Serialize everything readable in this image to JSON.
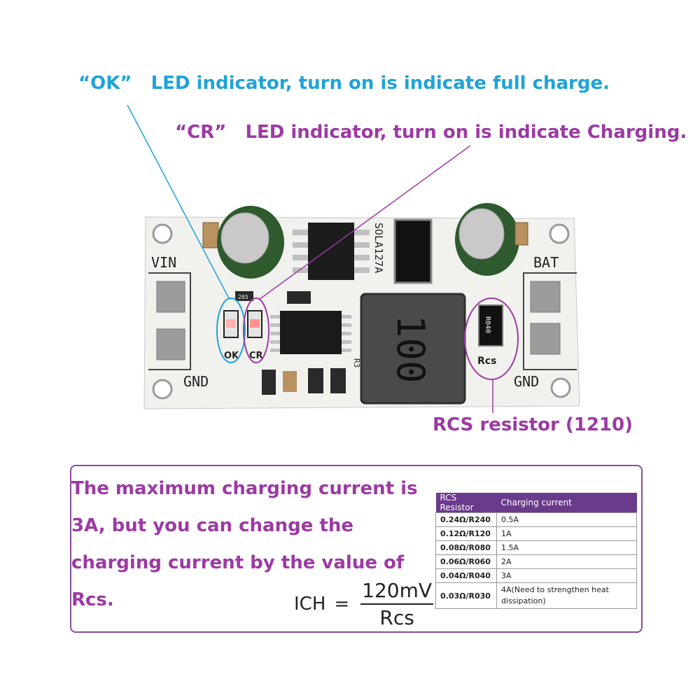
{
  "annotations": {
    "ok_led": {
      "quoted": "“OK”",
      "text": "LED indicator, turn on is indicate full charge."
    },
    "cr_led": {
      "quoted": "“CR”",
      "text": "LED indicator, turn on is indicate Charging."
    },
    "rcs_resistor": "RCS resistor (1210)"
  },
  "board": {
    "label_vin": "VIN",
    "label_gnd_left": "GND",
    "label_bat": "BAT",
    "label_gnd_right": "GND",
    "chip_marking": "SOLA127A",
    "inductor_marking": "100",
    "resistor_marking": "R040",
    "rcs_label": "Rcs",
    "led_ok_label": "OK",
    "led_cr_label": "CR",
    "r3_label": "R3",
    "r203_label": "203"
  },
  "info": {
    "lines": [
      "The maximum charging current is",
      "3A, but you can change the",
      "charging current by the value of",
      "Rcs."
    ],
    "formula": {
      "lhs": "ICH",
      "eq": "=",
      "numerator": "120mV",
      "denominator": "Rcs"
    },
    "table": {
      "headers": [
        "RCS Resistor",
        "Charging current"
      ],
      "rows": [
        {
          "resistor": "0.24Ω/R240",
          "current": "0.5A"
        },
        {
          "resistor": "0.12Ω/R120",
          "current": "1A"
        },
        {
          "resistor": "0.08Ω/R080",
          "current": "1.5A"
        },
        {
          "resistor": "0.06Ω/R060",
          "current": "2A"
        },
        {
          "resistor": "0.04Ω/R040",
          "current": "3A"
        },
        {
          "resistor": "0.03Ω/R030",
          "current": "4A(Need to strengthen heat dissipation)"
        }
      ]
    }
  },
  "colors": {
    "blue": "#1fa3d8",
    "purple": "#9c3aa3",
    "panel_border": "#8a4c9e",
    "table_header": "#6a3a8c"
  }
}
